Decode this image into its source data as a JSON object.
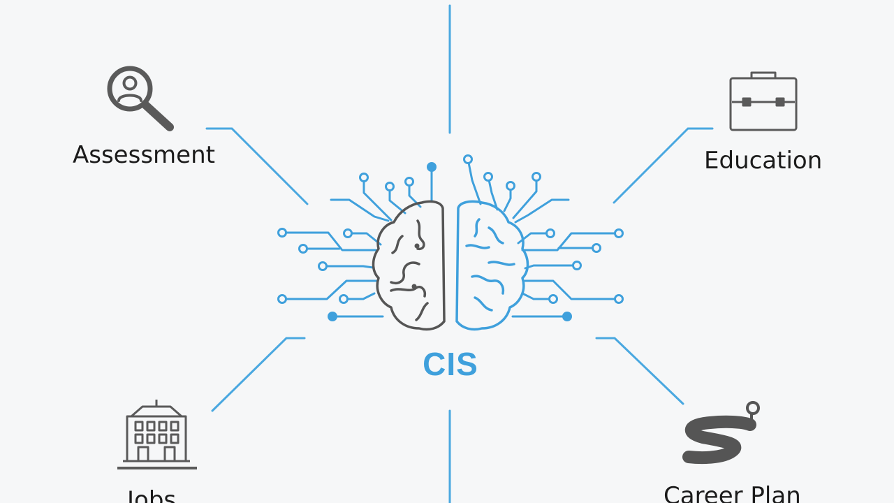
{
  "center": {
    "label": "CIS"
  },
  "nodes": {
    "assessment": {
      "label": "Assessment",
      "icon": "magnifier-person-icon"
    },
    "education": {
      "label": "Education",
      "icon": "briefcase-icon"
    },
    "jobs": {
      "label": "Jobs",
      "icon": "building-icon"
    },
    "career_plan": {
      "label": "Career Plan",
      "icon": "winding-road-icon"
    }
  },
  "colors": {
    "accent": "#3fa0dc",
    "icon": "#5a5a5a",
    "text": "#1b1b1b",
    "background": "#f6f7f8"
  }
}
